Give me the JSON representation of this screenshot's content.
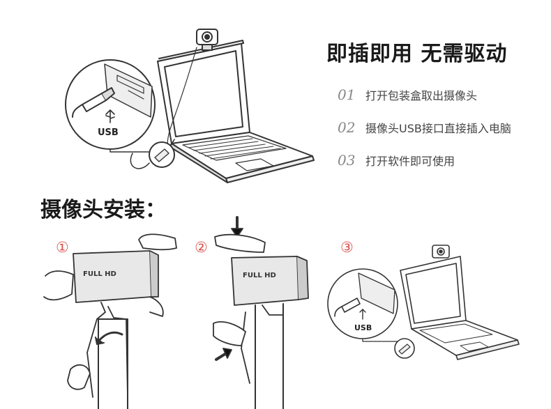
{
  "header": {
    "title": "即插即用 无需驱动"
  },
  "steps": [
    {
      "num": "01",
      "text": "打开包装盒取出摄像头"
    },
    {
      "num": "02",
      "text": "摄像头USB接口直接插入电脑"
    },
    {
      "num": "03",
      "text": "打开软件即可使用"
    }
  ],
  "install": {
    "title": "摄像头安装："
  },
  "markers": [
    "①",
    "②",
    "③"
  ],
  "labels": {
    "usb": "USB",
    "cam_text_1": "FULL HD",
    "cam_text_2": "FULL HD"
  },
  "colors": {
    "marker": "#d9534f",
    "line": "#333333",
    "accent": "#1a1a1a"
  }
}
